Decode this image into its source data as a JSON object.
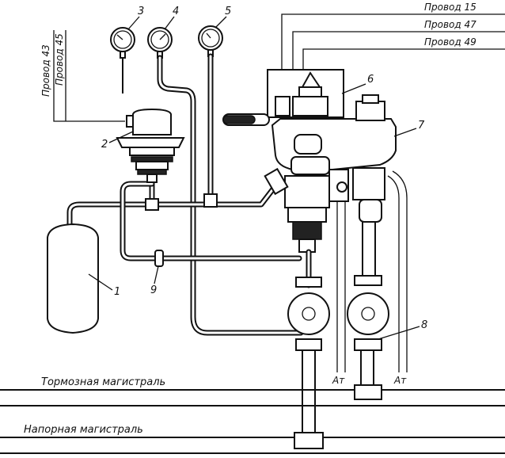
{
  "labels": {
    "wire_15": "Провод 15",
    "wire_47": "Провод 47",
    "wire_49": "Провод 49",
    "wire_43": "Провод 43",
    "wire_45": "Провод 45",
    "n1": "1",
    "n2": "2",
    "n3": "3",
    "n4": "4",
    "n5": "5",
    "n6": "6",
    "n7": "7",
    "n8": "8",
    "n9": "9",
    "at_left": "Ат",
    "at_right": "Ат",
    "brake_line": "Тормозная магистраль",
    "supply_line": "Напорная магистраль"
  }
}
